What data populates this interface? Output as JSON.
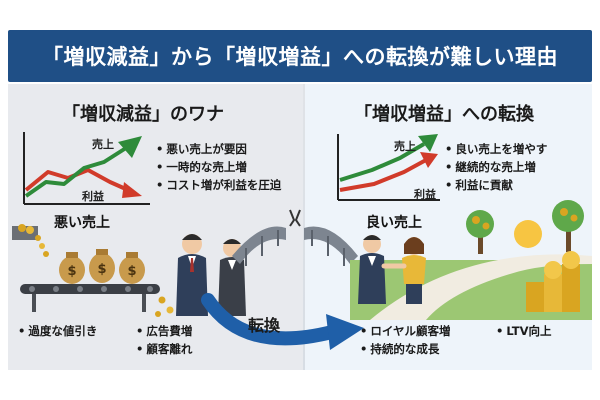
{
  "title": "「増収減益」から「増収増益」への転換が難しい理由",
  "left": {
    "heading": "「増収減益」のワナ",
    "chart": {
      "sales_label": "売上",
      "profit_label": "利益",
      "caption": "悪い売上"
    },
    "bullets": [
      "悪い売上が要因",
      "一時的な売上増",
      "コスト増が利益を圧迫"
    ],
    "bottom_bullets_a": [
      "過度な値引き"
    ],
    "bottom_bullets_b": [
      "広告費増",
      "顧客離れ"
    ]
  },
  "right": {
    "heading": "「増収増益」への転換",
    "chart": {
      "sales_label": "売上",
      "profit_label": "利益",
      "caption": "良い売上"
    },
    "bullets": [
      "良い売上を増やす",
      "継続的な売上増",
      "利益に貢献"
    ],
    "bottom_bullets_a": [
      "ロイヤル顧客増",
      "持続的な成長"
    ],
    "bottom_bullets_b": [
      "LTV向上"
    ]
  },
  "transition_label": "転換",
  "colors": {
    "title_bg": "#1f4f86",
    "sales_green": "#2e8b3a",
    "profit_red": "#d13b2a",
    "arrow_blue": "#1f5fa8",
    "coin_gold": "#d9a521"
  },
  "icons": {
    "money_bag": "money-bag-icon",
    "bridge": "broken-bridge-icon",
    "coin_stack": "coin-stack-icon",
    "sun": "sun-icon",
    "tree": "money-tree-icon"
  }
}
